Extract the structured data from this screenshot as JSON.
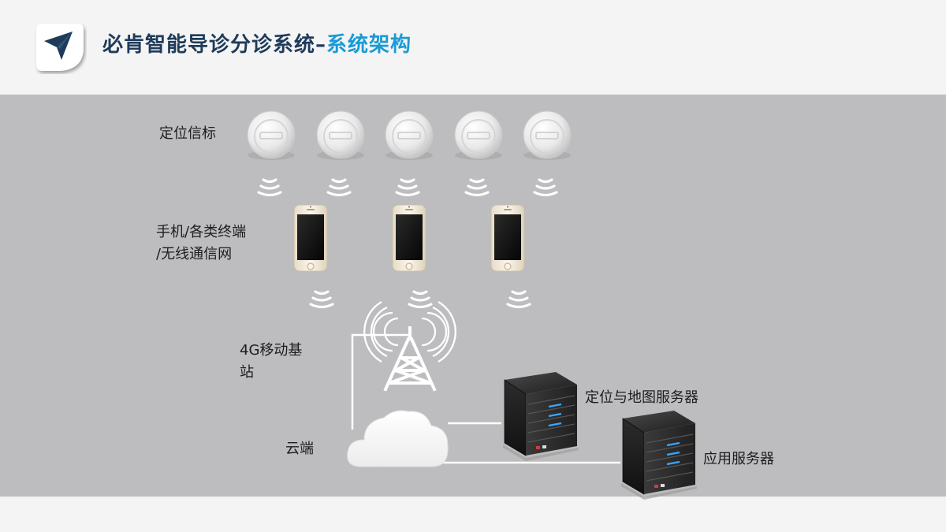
{
  "header": {
    "title_main": "必肯智能导诊分诊系统",
    "title_sep": "–",
    "title_highlight": "系统架构",
    "icon": "paper-plane-icon"
  },
  "diagram": {
    "labels": {
      "beacons": "定位信标",
      "terminals_line1": "手机/各类终端",
      "terminals_line2": "/无线通信网",
      "base_station_line1": "4G移动基",
      "base_station_line2": "站",
      "cloud": "云端",
      "location_map_server": "定位与地图服务器",
      "app_server": "应用服务器"
    },
    "beacon_count": 5,
    "phone_count": 3,
    "colors": {
      "title": "#1f3b5a",
      "title_highlight": "#1a9ad6",
      "stage_background": "#bdbdbf",
      "wave": "#ffffff",
      "server_led": "#3aa7ff"
    }
  }
}
